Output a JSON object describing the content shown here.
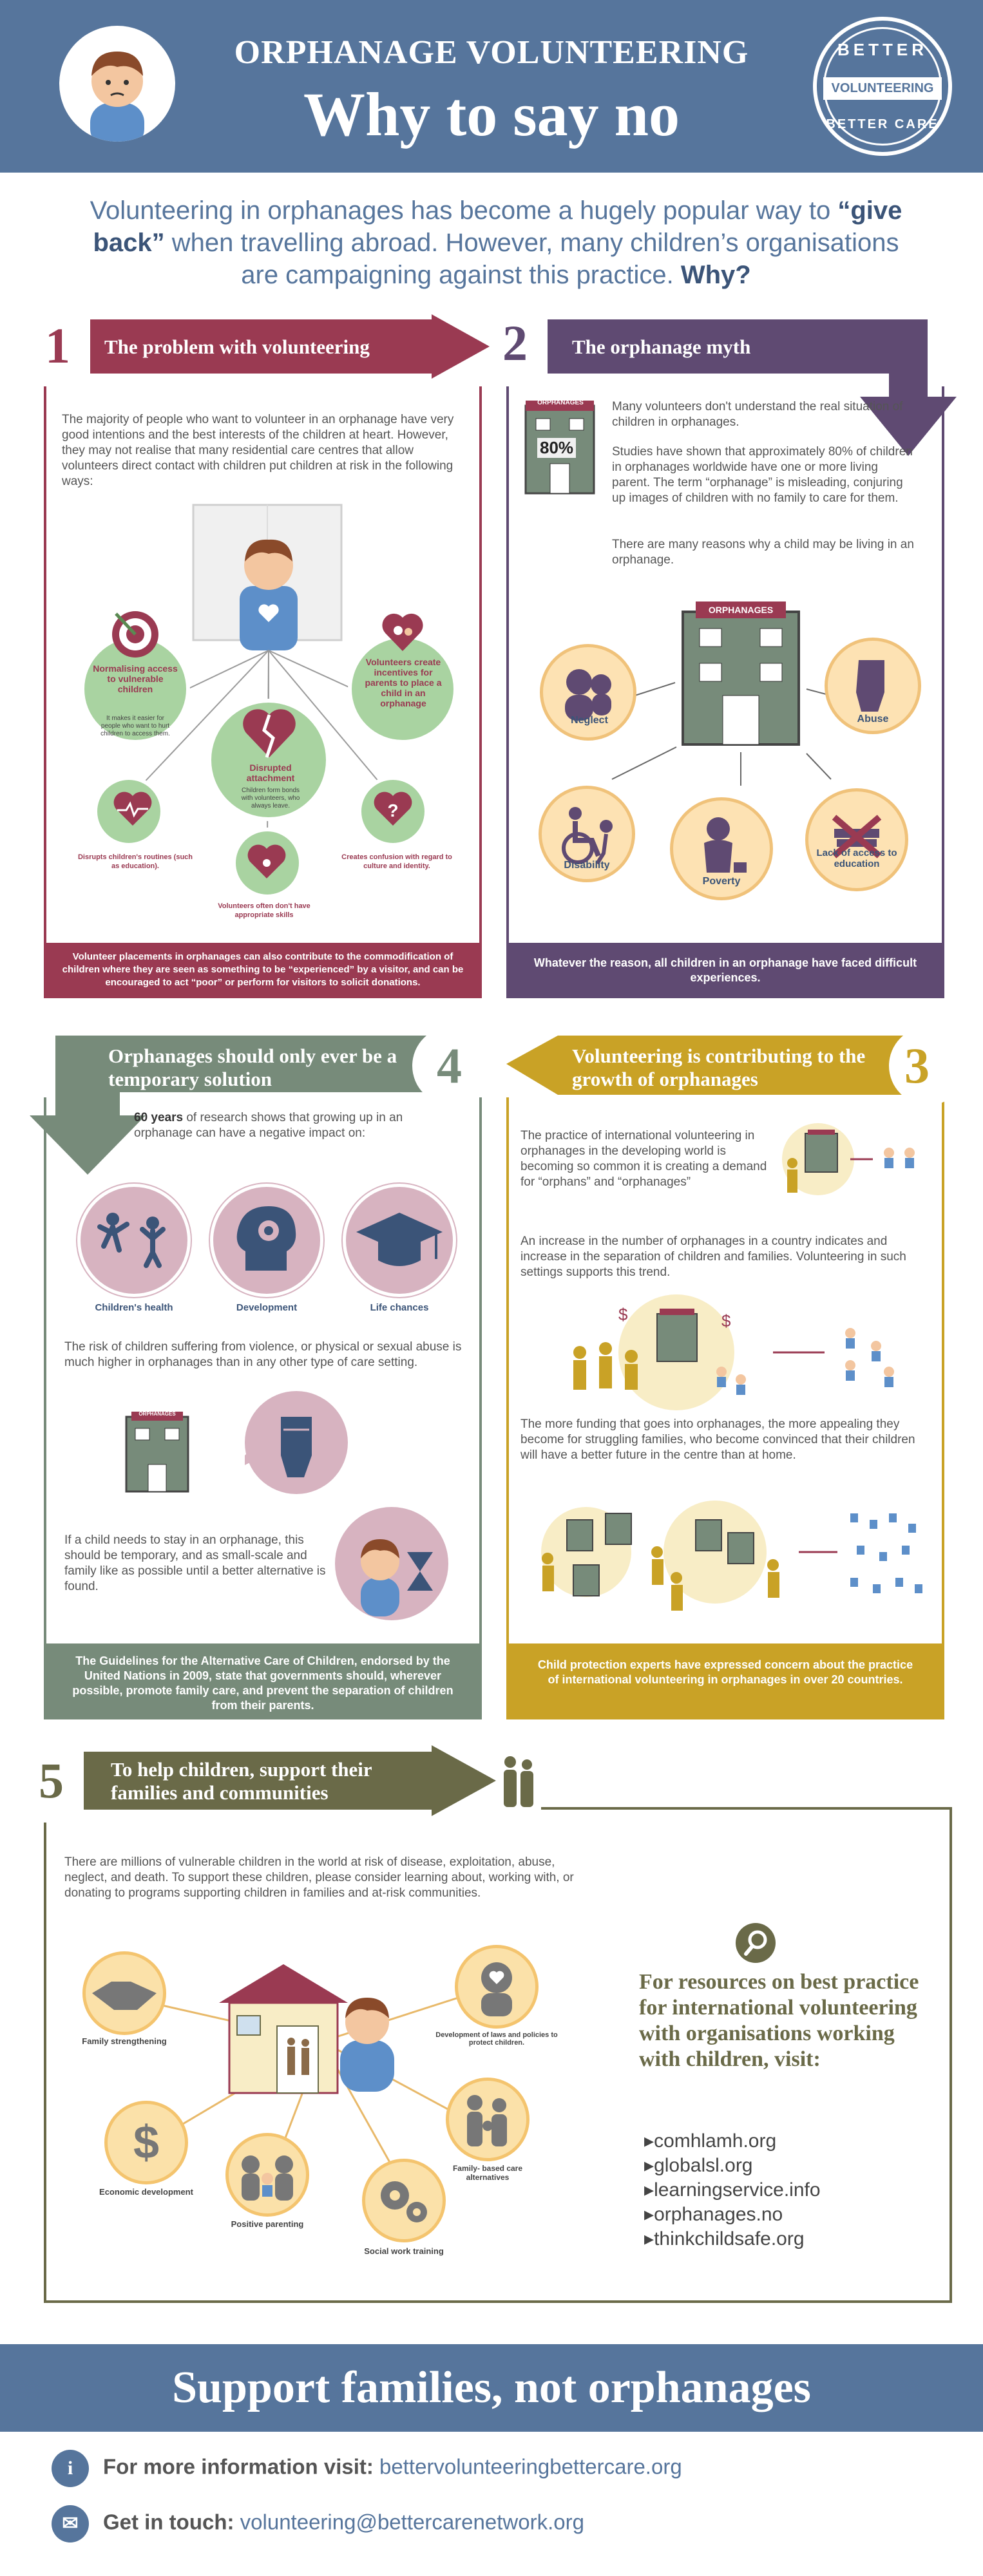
{
  "header": {
    "title": "ORPHANAGE VOLUNTEERING",
    "subtitle": "Why to say no",
    "logo_top": "BETTER",
    "logo_middle": "VOLUNTEERING",
    "logo_bottom": "BETTER CARE"
  },
  "intro": {
    "part1": "Volunteering in orphanages has become a hugely popular way to ",
    "highlight": "“give back”",
    "part2": " when travelling abroad. However, many children’s organisations are campaigning against this practice. ",
    "why": "Why?"
  },
  "section1": {
    "number": "1",
    "title": "The problem with volunteering",
    "body": "The majority of people who want to volunteer in an orphanage have very good intentions and the best interests of the children at heart. However, they may not realise that many residential care centres that allow volunteers direct contact with children put children at risk in the following ways:",
    "items": {
      "normalising_title": "Normalising access to vulnerable children",
      "normalising_text": "It makes it easier for people who want to hurt children to access them.",
      "incentives_title": "Volunteers create incentives for parents to place a child in an orphanage",
      "attachment_title": "Disrupted attachment",
      "attachment_text": "Children form bonds with volunteers, who always leave.",
      "routines": "Disrupts children's routines (such as education).",
      "confusion": "Creates confusion with regard to culture and identity.",
      "skills": "Volunteers often don't have appropriate skills"
    },
    "footer": "Volunteer placements in orphanages can also contribute to the commodification of children where they are seen as something to be “experienced” by a visitor, and can be encouraged to act “poor” or perform for visitors to solicit donations."
  },
  "section2": {
    "number": "2",
    "title": "The orphanage myth",
    "sign": "ORPHANAGES",
    "stat": "80%",
    "p1": "Many volunteers don't understand the real situation of children in orphanages.",
    "p2": "Studies have shown that approximately 80% of children in orphanages worldwide have one or more living parent. The term “orphanage” is misleading, conjuring up images of children with no family to care for them.",
    "p3": "There are many reasons why a child may be living in an orphanage.",
    "building_sign": "ORPHANAGES",
    "reasons": {
      "neglect": "Neglect",
      "abuse": "Abuse",
      "disability": "Disability",
      "poverty": "Poverty",
      "education": "Lack of access to education"
    },
    "footer": "Whatever the reason, all children in an orphanage have faced difficult experiences."
  },
  "section4": {
    "number": "4",
    "title": "Orphanages should only ever be a temporary solution",
    "lead_bold": "60 years",
    "lead_rest": " of research shows that growing up in an orphanage can have a negative impact on:",
    "impacts": {
      "health": "Children's health",
      "development": "Development",
      "life": "Life chances"
    },
    "risk": "The risk of children suffering from violence, or physical or sexual abuse is much higher in orphanages than in any other type of care setting.",
    "building_sign": "ORPHANAGES",
    "temporary": "If a child needs to stay in an orphanage, this should be temporary, and as small-scale and family like as possible until a better alternative is found.",
    "footer": "The Guidelines for the Alternative Care of Children, endorsed by the United Nations in 2009, state that governments should, wherever possible, promote family care, and prevent the separation of children from their parents."
  },
  "section3": {
    "number": "3",
    "title": "Volunteering is contributing to the growth of orphanages",
    "p1": "The practice of international volunteering in orphanages in the developing world is becoming so common it is creating a demand for “orphans” and “orphanages”",
    "p2": "An increase in the number of orphanages in a country indicates and increase in the separation of children and families. Volunteering in such settings supports this trend.",
    "p3": "The more funding that goes into orphanages, the more appealing they become for struggling families, who become convinced that their children will have a better future in the centre than at home.",
    "footer": "Child protection experts have expressed concern about the practice of international volunteering in orphanages in over 20 countries."
  },
  "section5": {
    "number": "5",
    "title": "To help children, support their families and communities",
    "body": "There are millions of vulnerable children in the world at risk of disease, exploitation, abuse, neglect, and death. To support these children, please consider learning about, working with, or donating to programs supporting children in families and at-risk communities.",
    "items": {
      "family": "Family strengthening",
      "laws": "Development of laws and policies to protect children.",
      "economic": "Economic development",
      "parenting": "Positive parenting",
      "social": "Social work training",
      "family_based": "Family- based care alternatives"
    },
    "resources": "For resources on best practice for international volunteering with organisations working with children, visit:",
    "sites": [
      "comhlamh.org",
      "globalsl.org",
      "learningservice.info",
      "orphanages.no",
      "thinkchildsafe.org"
    ]
  },
  "support": "Support families, not orphanages",
  "contact": {
    "info_label": "For more information visit:",
    "info_link": "bettervolunteeringbettercare.org",
    "touch_label": "Get in touch:",
    "touch_link": "volunteering@bettercarenetwork.org"
  },
  "colors": {
    "blue": "#56759c",
    "maroon": "#9a3a52",
    "purple": "#5f4a72",
    "green": "#778b7a",
    "gold": "#c9a226",
    "olive": "#6a6a48"
  },
  "icons": [
    "boy-avatar-icon",
    "target-icon",
    "broken-heart-icon",
    "question-icon",
    "puzzle-heart-icon",
    "family-icon",
    "fist-icon",
    "wheelchair-icon",
    "dollar-icon",
    "handshake-icon",
    "gears-icon",
    "hourglass-icon",
    "search-icon",
    "info-icon",
    "mail-icon"
  ]
}
